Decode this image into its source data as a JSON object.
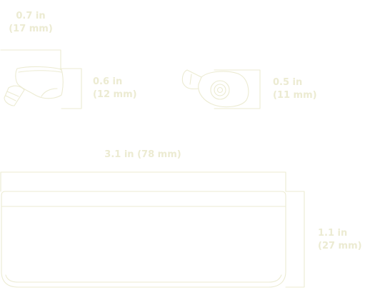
{
  "colors": {
    "line": "#ecebd2",
    "text": "#ecebd2",
    "background": "#ffffff"
  },
  "earbud_side": {
    "width_in": "0.7 in",
    "width_mm": "(17 mm)",
    "height_in": "0.6 in",
    "height_mm": "(12 mm)"
  },
  "earbud_front": {
    "height_in": "0.5 in",
    "height_mm": "(11 mm)"
  },
  "case": {
    "width": "3.1 in (78 mm)",
    "height_in": "1.1 in",
    "height_mm": "(27 mm)"
  }
}
